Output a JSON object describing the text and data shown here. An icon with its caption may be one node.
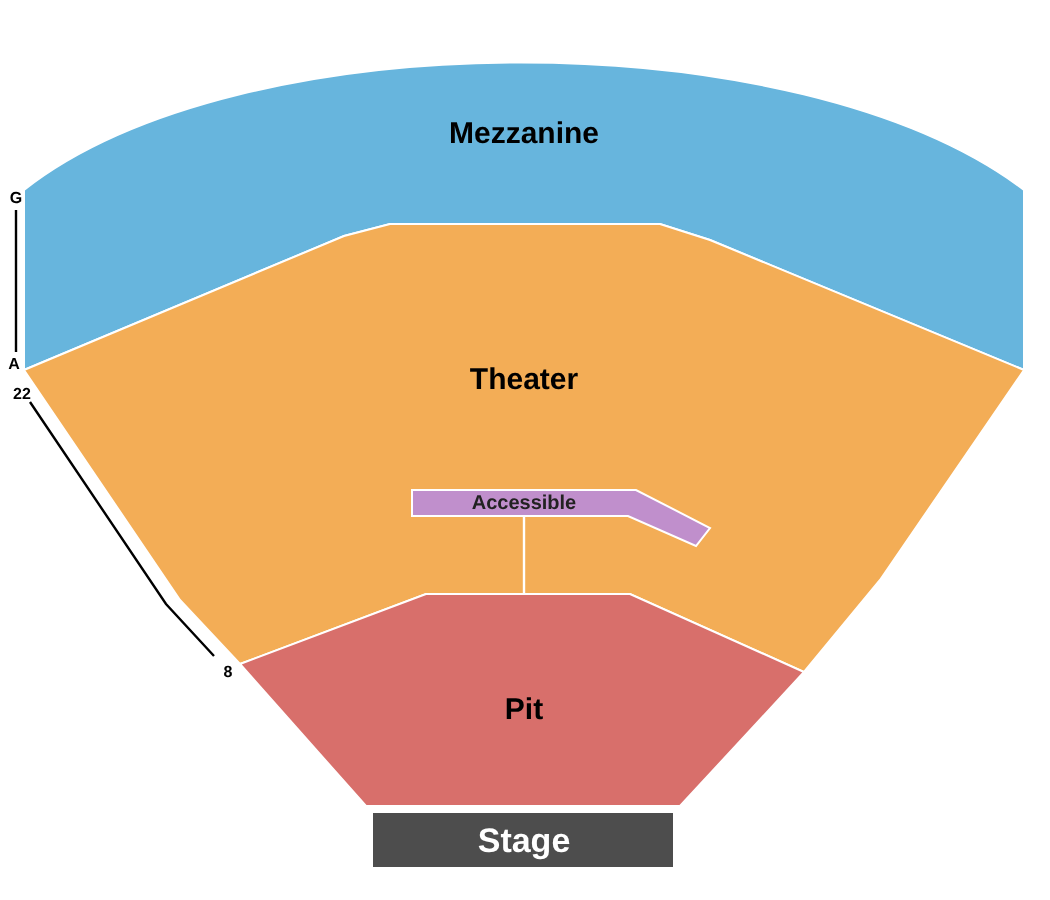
{
  "diagram": {
    "nodes": [
      {
        "text": [
          "Mezzanine"
        ]
      },
      {
        "text": [
          "Theater"
        ]
      },
      {
        "text": [
          "Accessible"
        ],
        "in": 1
      },
      {
        "text": [
          "Pit"
        ]
      },
      {
        "text": [
          "Stage"
        ]
      }
    ],
    "edges": [
      {
        "from": 2,
        "to": 3,
        "arrow": "none",
        "color": "#ffffff"
      }
    ],
    "labels": [
      "G",
      "A",
      "22",
      "8"
    ]
  }
}
